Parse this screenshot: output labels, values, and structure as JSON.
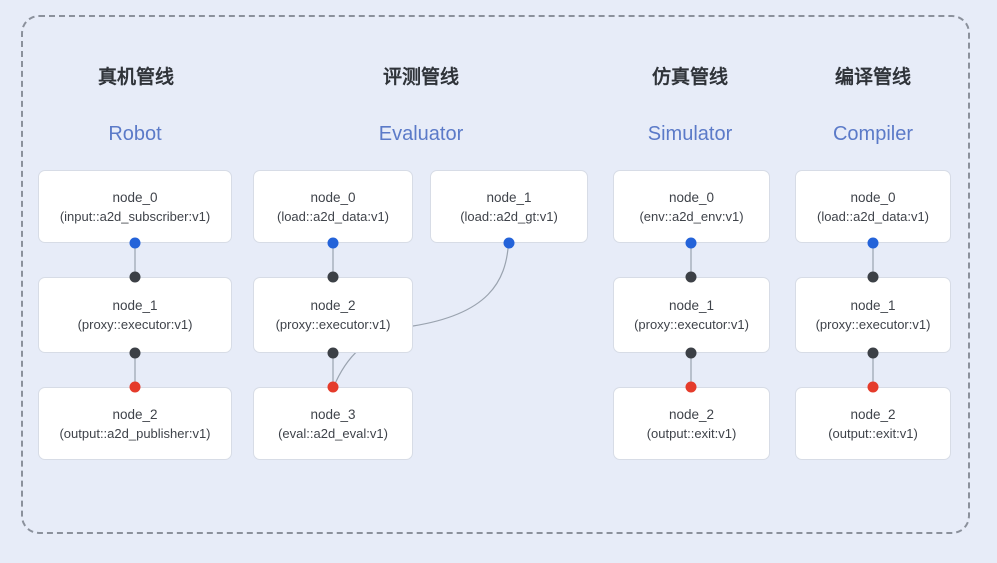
{
  "diagram": {
    "background_color": "#e7ecf8",
    "frame_border_color": "#8b919c",
    "wire_color": "#9aa3af",
    "node_bg_color": "#ffffff",
    "node_border_color": "#d7dce6",
    "title_zh_color": "#30343a",
    "title_en_color": "#5b7ac8",
    "port_colors": {
      "input_port": "#2463d9",
      "internal_port": "#3c4046",
      "output_port": "#e53b2b"
    }
  },
  "pipelines": [
    {
      "title_zh": "真机管线",
      "title_en": "Robot",
      "nodes": [
        {
          "name": "node_0",
          "type": "(input::a2d_subscriber:v1)"
        },
        {
          "name": "node_1",
          "type": "(proxy::executor:v1)"
        },
        {
          "name": "node_2",
          "type": "(output::a2d_publisher:v1)"
        }
      ]
    },
    {
      "title_zh": "评测管线",
      "title_en": "Evaluator",
      "nodes": [
        {
          "name": "node_0",
          "type": "(load::a2d_data:v1)"
        },
        {
          "name": "node_1",
          "type": "(load::a2d_gt:v1)"
        },
        {
          "name": "node_2",
          "type": "(proxy::executor:v1)"
        },
        {
          "name": "node_3",
          "type": "(eval::a2d_eval:v1)"
        }
      ]
    },
    {
      "title_zh": "仿真管线",
      "title_en": "Simulator",
      "nodes": [
        {
          "name": "node_0",
          "type": "(env::a2d_env:v1)"
        },
        {
          "name": "node_1",
          "type": "(proxy::executor:v1)"
        },
        {
          "name": "node_2",
          "type": "(output::exit:v1)"
        }
      ]
    },
    {
      "title_zh": "编译管线",
      "title_en": "Compiler",
      "nodes": [
        {
          "name": "node_0",
          "type": "(load::a2d_data:v1)"
        },
        {
          "name": "node_1",
          "type": "(proxy::executor:v1)"
        },
        {
          "name": "node_2",
          "type": "(output::exit:v1)"
        }
      ]
    }
  ]
}
